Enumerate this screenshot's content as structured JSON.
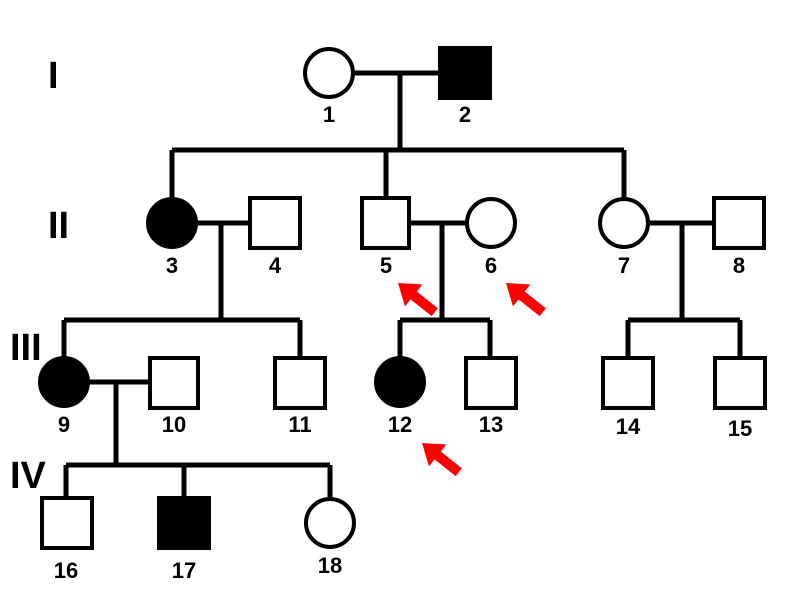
{
  "generations": [
    {
      "key": "I",
      "label": "I"
    },
    {
      "key": "II",
      "label": "II"
    },
    {
      "key": "III",
      "label": "III"
    },
    {
      "key": "IV",
      "label": "IV"
    }
  ],
  "individuals": [
    {
      "id": "1",
      "label": "1",
      "sex": "female",
      "affected": false,
      "generation": "I"
    },
    {
      "id": "2",
      "label": "2",
      "sex": "male",
      "affected": true,
      "generation": "I"
    },
    {
      "id": "3",
      "label": "3",
      "sex": "female",
      "affected": true,
      "generation": "II"
    },
    {
      "id": "4",
      "label": "4",
      "sex": "male",
      "affected": false,
      "generation": "II"
    },
    {
      "id": "5",
      "label": "5",
      "sex": "male",
      "affected": false,
      "generation": "II",
      "highlighted": true
    },
    {
      "id": "6",
      "label": "6",
      "sex": "female",
      "affected": false,
      "generation": "II",
      "highlighted": true
    },
    {
      "id": "7",
      "label": "7",
      "sex": "female",
      "affected": false,
      "generation": "II"
    },
    {
      "id": "8",
      "label": "8",
      "sex": "male",
      "affected": false,
      "generation": "II"
    },
    {
      "id": "9",
      "label": "9",
      "sex": "female",
      "affected": true,
      "generation": "III"
    },
    {
      "id": "10",
      "label": "10",
      "sex": "male",
      "affected": false,
      "generation": "III"
    },
    {
      "id": "11",
      "label": "11",
      "sex": "male",
      "affected": false,
      "generation": "III"
    },
    {
      "id": "12",
      "label": "12",
      "sex": "female",
      "affected": true,
      "generation": "III",
      "highlighted": true
    },
    {
      "id": "13",
      "label": "13",
      "sex": "male",
      "affected": false,
      "generation": "III"
    },
    {
      "id": "14",
      "label": "14",
      "sex": "male",
      "affected": false,
      "generation": "III"
    },
    {
      "id": "15",
      "label": "15",
      "sex": "male",
      "affected": false,
      "generation": "III"
    },
    {
      "id": "16",
      "label": "16",
      "sex": "male",
      "affected": false,
      "generation": "IV"
    },
    {
      "id": "17",
      "label": "17",
      "sex": "male",
      "affected": true,
      "generation": "IV"
    },
    {
      "id": "18",
      "label": "18",
      "sex": "female",
      "affected": false,
      "generation": "IV"
    }
  ],
  "matings": [
    {
      "partners": [
        "1",
        "2"
      ],
      "children": [
        "3",
        "5",
        "7"
      ]
    },
    {
      "partners": [
        "3",
        "4"
      ],
      "children": [
        "9",
        "11"
      ]
    },
    {
      "partners": [
        "5",
        "6"
      ],
      "children": [
        "12",
        "13"
      ]
    },
    {
      "partners": [
        "7",
        "8"
      ],
      "children": [
        "14",
        "15"
      ]
    },
    {
      "partners": [
        "9",
        "10"
      ],
      "children": [
        "16",
        "17",
        "18"
      ]
    }
  ],
  "colors": {
    "line": "#000000",
    "affected_fill": "#000000",
    "unaffected_fill": "#ffffff",
    "arrow": "#ff0000"
  }
}
